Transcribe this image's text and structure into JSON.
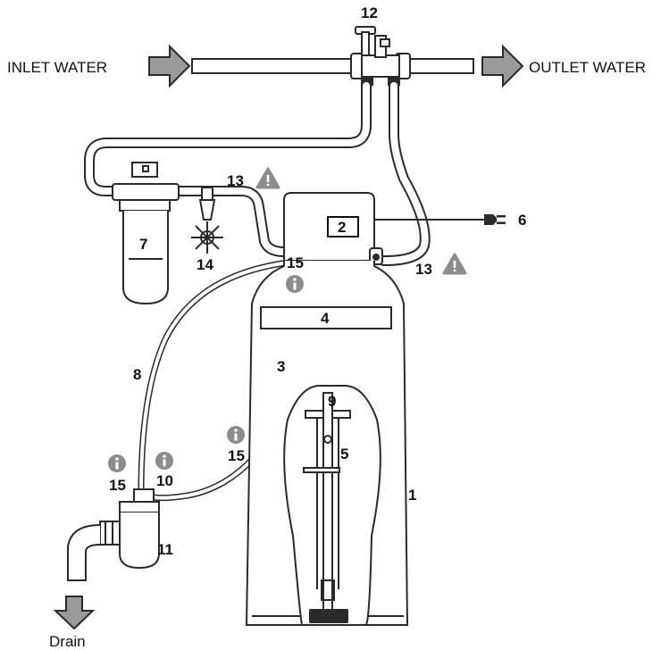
{
  "flow": {
    "inlet": "INLET WATER",
    "outlet": "OUTLET WATER",
    "drain": "Drain"
  },
  "callouts": {
    "c1": "1",
    "c2": "2",
    "c3": "3",
    "c4": "4",
    "c5": "5",
    "c6": "6",
    "c7": "7",
    "c8": "8",
    "c9": "9",
    "c10": "10",
    "c11": "11",
    "c12": "12",
    "c13a": "13",
    "c13b": "13",
    "c14": "14",
    "c15a": "15",
    "c15b": "15",
    "c15c": "15"
  },
  "symbols": {
    "warning": "warning-triangle-icon",
    "info": "info-circle-icon"
  },
  "colors": {
    "line": "#2a2a2a",
    "arrow_fill": "#9a9a9a",
    "symbol_fill": "#8c8c8c"
  }
}
